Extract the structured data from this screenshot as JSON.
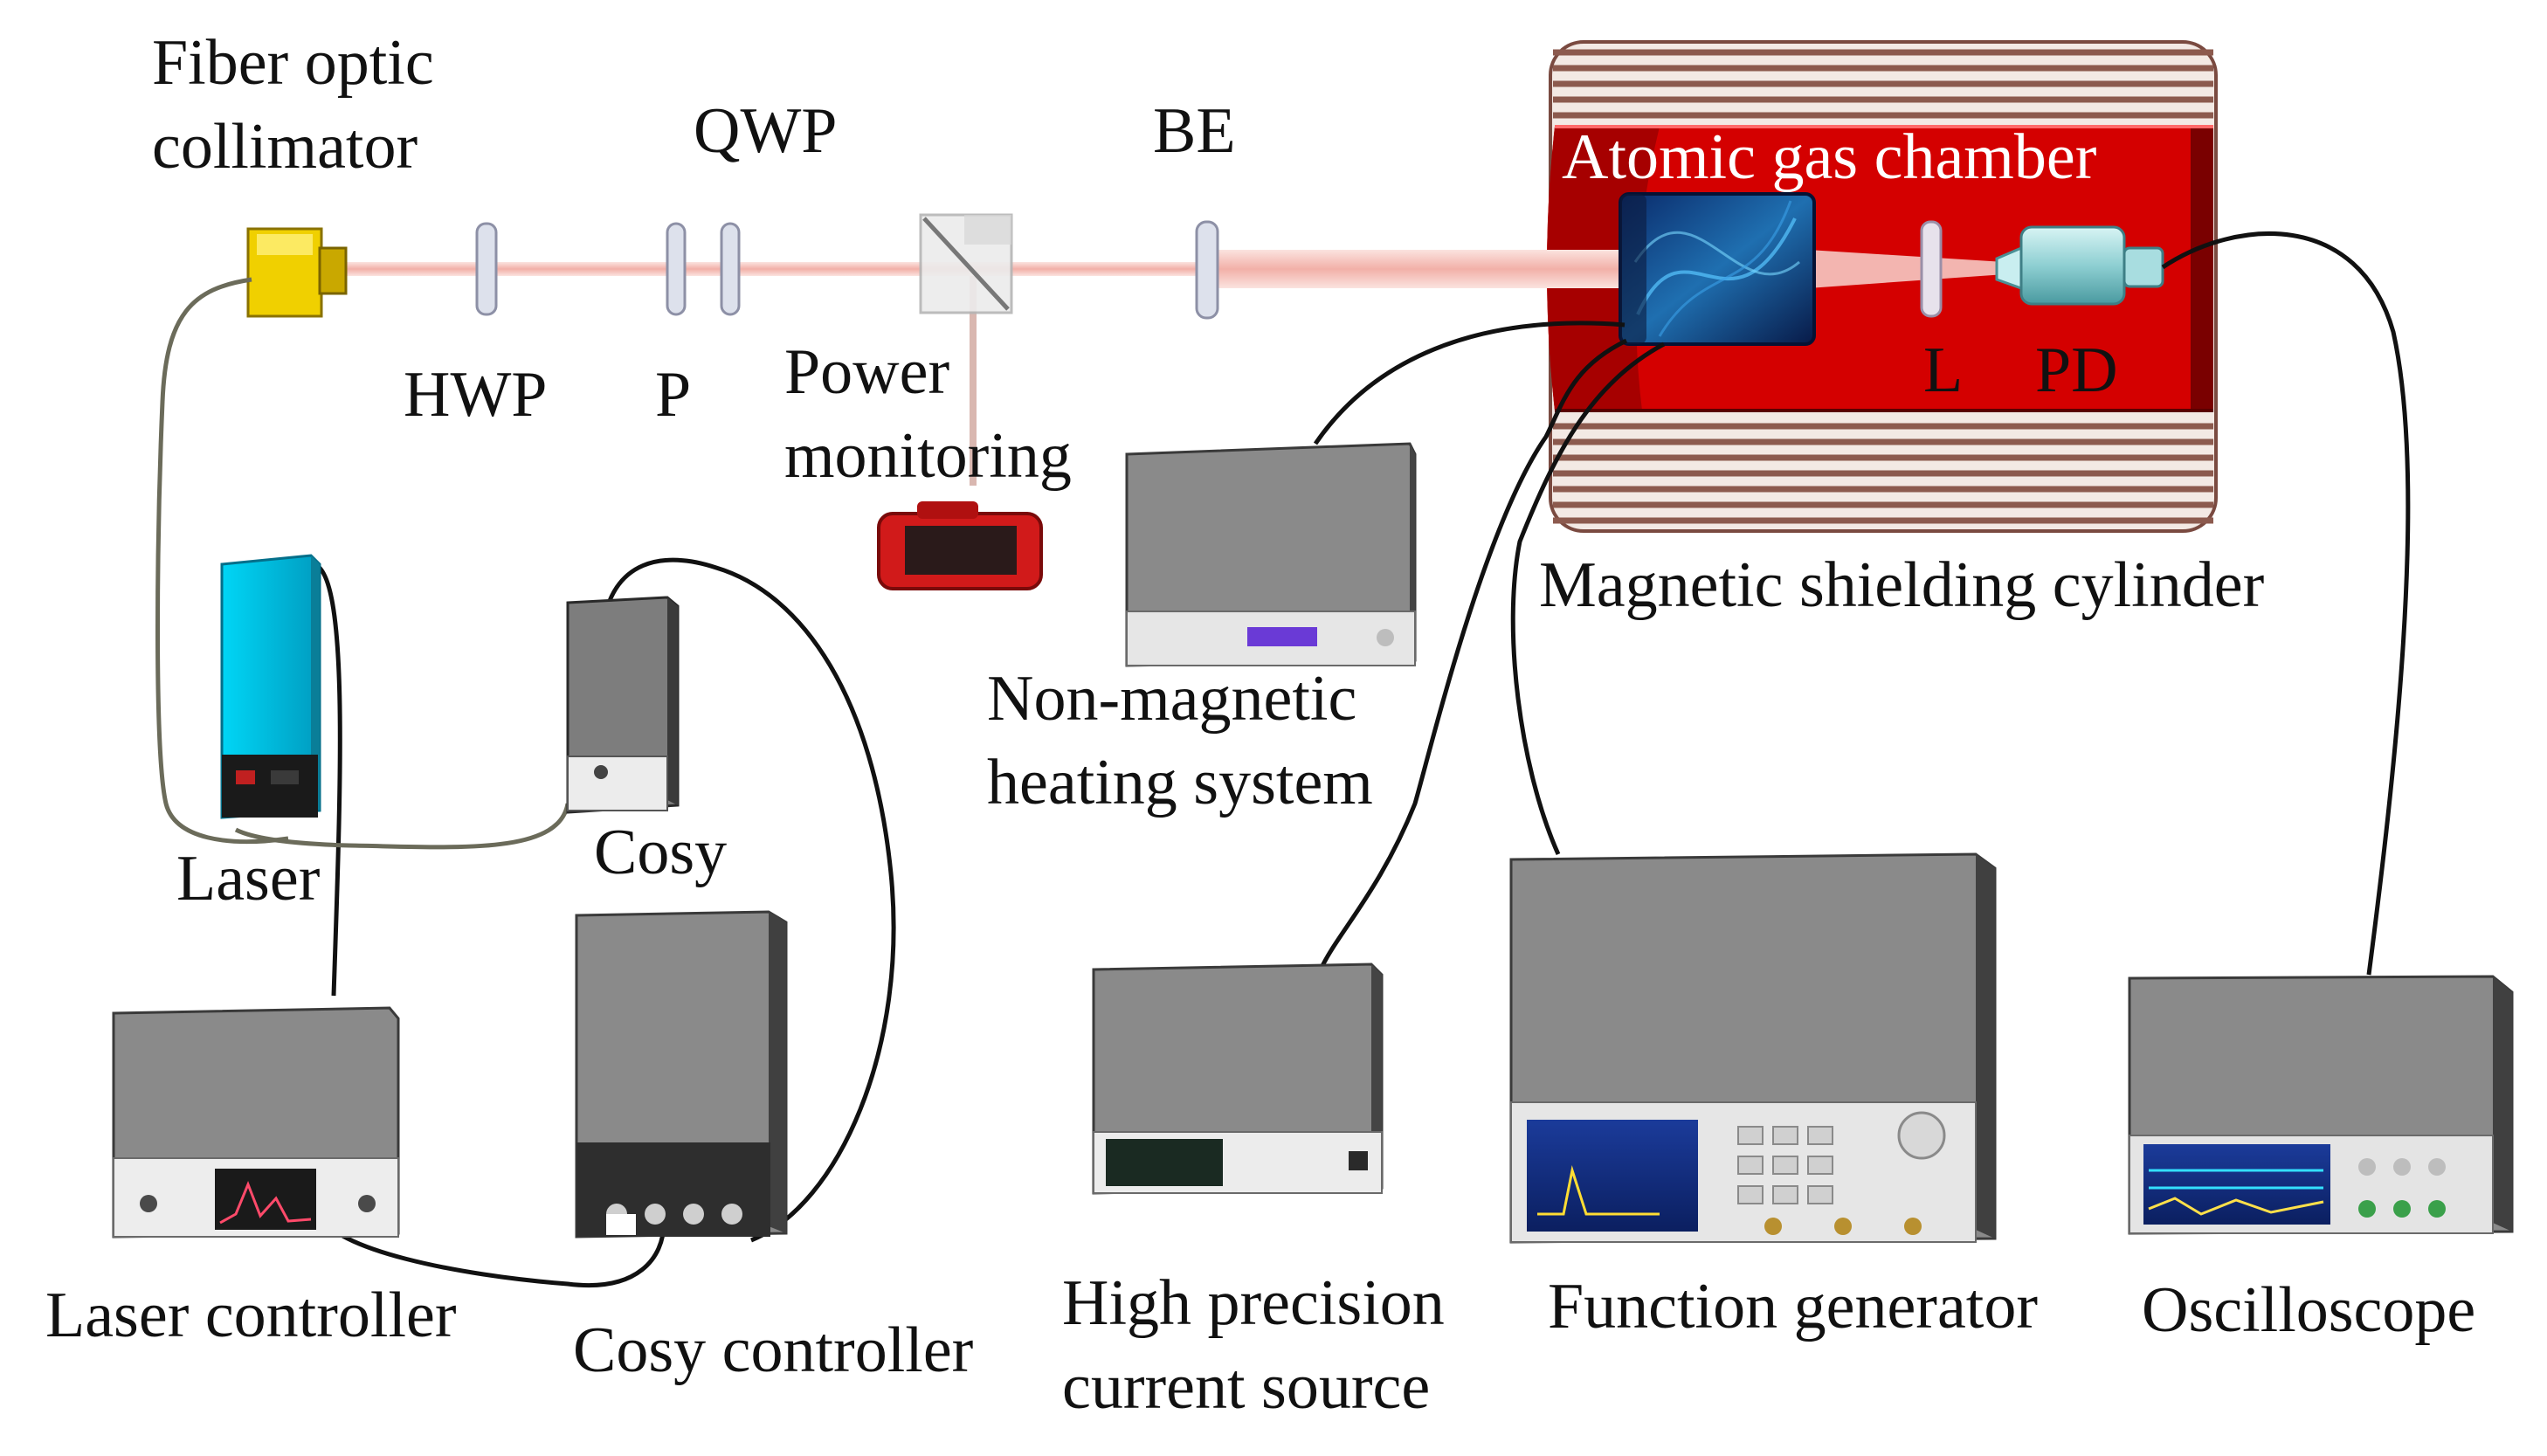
{
  "labels": {
    "fiber_line1": "Fiber optic",
    "fiber_line2": "collimator",
    "qwp": "QWP",
    "be": "BE",
    "hwp": "HWP",
    "p": "P",
    "power_line1": "Power",
    "power_line2": "monitoring",
    "atomic_gas_chamber": "Atomic gas chamber",
    "l": "L",
    "pd": "PD",
    "magnetic_shielding_cylinder": "Magnetic shielding cylinder",
    "heating_line1": "Non-magnetic",
    "heating_line2": "heating system",
    "laser": "Laser",
    "cosy": "Cosy",
    "laser_controller": "Laser controller",
    "cosy_controller": "Cosy controller",
    "current_line1": "High precision",
    "current_line2": "current source",
    "function_generator": "Function generator",
    "oscilloscope": "Oscilloscope"
  },
  "colors": {
    "beam": "#f2b8b0",
    "shield_red": "#d40000",
    "shield_stripe": "#8c5a4e",
    "laser_cyan": "#00c4e8",
    "collimator_yellow": "#f0d000",
    "device_gray": "#8a8a8a",
    "power_meter_red": "#d11a1a"
  }
}
